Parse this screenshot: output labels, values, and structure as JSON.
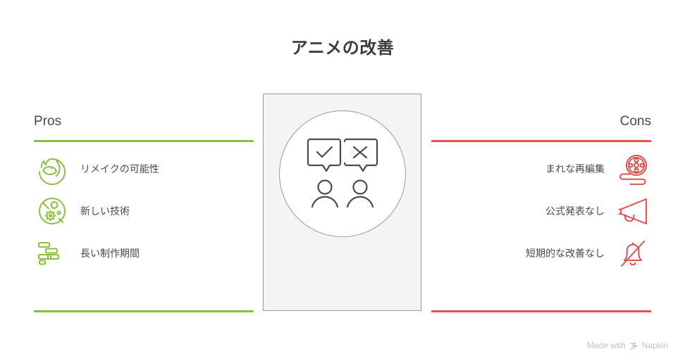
{
  "title": "アニメの改善",
  "colors": {
    "pros_accent": "#8cbe3f",
    "cons_accent": "#e05252",
    "text": "#4a4a4a",
    "title": "#3d3d3d",
    "panel_fill": "#f4f4f4",
    "panel_border": "#9a9a9a",
    "watermark": "#c4c4c4"
  },
  "pros": {
    "heading": "Pros",
    "items": [
      {
        "label": "リメイクの可能性",
        "icon": "phoenix-flame-icon"
      },
      {
        "label": "新しい技術",
        "icon": "gear-innovation-icon"
      },
      {
        "label": "長い制作期間",
        "icon": "gantt-timeline-icon"
      }
    ]
  },
  "cons": {
    "heading": "Cons",
    "items": [
      {
        "label": "まれな再編集",
        "icon": "film-reel-icon"
      },
      {
        "label": "公式発表なし",
        "icon": "megaphone-icon"
      },
      {
        "label": "短期的な改善なし",
        "icon": "bell-off-icon"
      }
    ]
  },
  "center": {
    "illustration": "pros-cons-discussion-illustration"
  },
  "footer": {
    "made_with": "Made with",
    "brand": "Napkin"
  }
}
